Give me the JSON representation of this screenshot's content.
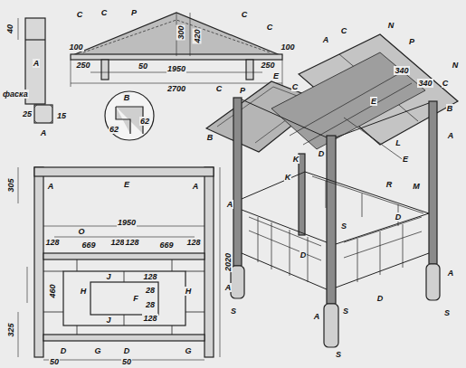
{
  "diagram": {
    "labels": [
      "40",
      "A",
      "фаска",
      "25",
      "15",
      "A",
      "C",
      "C",
      "P",
      "C",
      "C",
      "300",
      "420",
      "100",
      "100",
      "250",
      "50",
      "1950",
      "250",
      "2700",
      "B",
      "62",
      "62",
      "A",
      "C",
      "N",
      "P",
      "340",
      "340",
      "C",
      "N",
      "B",
      "E",
      "C",
      "P",
      "E",
      "C",
      "B",
      "K",
      "K",
      "D",
      "L",
      "E",
      "R",
      "M",
      "A",
      "S",
      "D",
      "A",
      "D",
      "A",
      "S",
      "S",
      "D",
      "A",
      "S",
      "A",
      "S",
      "A",
      "E",
      "A",
      "305",
      "1950",
      "O",
      "128",
      "669",
      "128",
      "128",
      "669",
      "128",
      "J",
      "H",
      "H",
      "F",
      "J",
      "128",
      "28",
      "28",
      "128",
      "460",
      "G",
      "G",
      "325",
      "D",
      "50",
      "D",
      "50",
      "2020"
    ]
  }
}
